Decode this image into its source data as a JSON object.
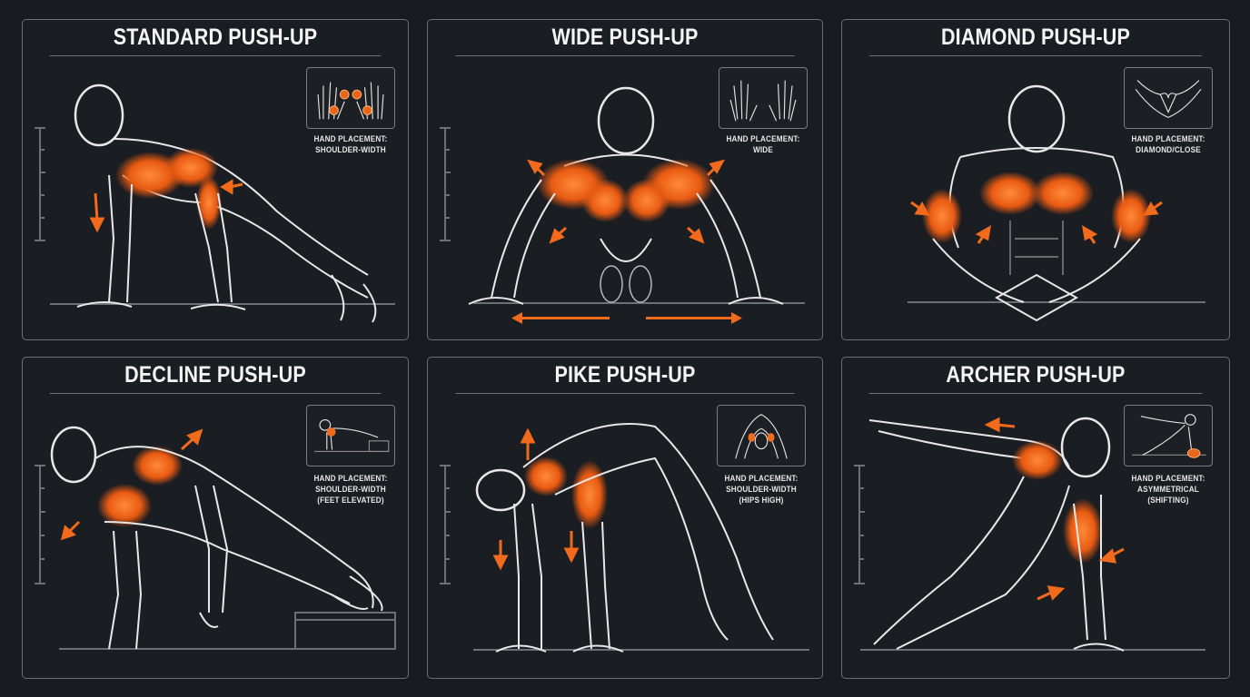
{
  "colors": {
    "background": "#181b20",
    "panel_border": "#6b6f76",
    "accent_orange": "#f26a1b",
    "line_white": "#e8e8e8"
  },
  "panels": [
    {
      "title": "STANDARD PUSH-UP",
      "inset_label_line1": "HAND PLACEMENT:",
      "inset_label_line2": "SHOULDER-WIDTH",
      "inset_label_line3": "",
      "inset_icon": "hands-shoulder-width-icon",
      "highlighted_muscles": [
        "chest",
        "front deltoids",
        "triceps"
      ]
    },
    {
      "title": "WIDE PUSH-UP",
      "inset_label_line1": "HAND PLACEMENT:",
      "inset_label_line2": "WIDE",
      "inset_label_line3": "",
      "inset_icon": "hands-wide-icon",
      "highlighted_muscles": [
        "chest",
        "shoulders"
      ]
    },
    {
      "title": "DIAMOND PUSH-UP",
      "inset_label_line1": "HAND PLACEMENT:",
      "inset_label_line2": "DIAMOND/CLOSE",
      "inset_label_line3": "",
      "inset_icon": "hands-diamond-icon",
      "highlighted_muscles": [
        "triceps",
        "inner chest"
      ]
    },
    {
      "title": "DECLINE PUSH-UP",
      "inset_label_line1": "HAND PLACEMENT:",
      "inset_label_line2": "SHOULDER-WIDTH",
      "inset_label_line3": "(FEET ELEVATED)",
      "inset_icon": "decline-pose-icon",
      "highlighted_muscles": [
        "upper chest",
        "front deltoids"
      ]
    },
    {
      "title": "PIKE PUSH-UP",
      "inset_label_line1": "HAND PLACEMENT:",
      "inset_label_line2": "SHOULDER-WIDTH",
      "inset_label_line3": "(HIPS HIGH)",
      "inset_icon": "pike-pose-icon",
      "highlighted_muscles": [
        "shoulders",
        "triceps"
      ]
    },
    {
      "title": "ARCHER PUSH-UP",
      "inset_label_line1": "HAND PLACEMENT:",
      "inset_label_line2": "ASYMMETRICAL",
      "inset_label_line3": "(SHIFTING)",
      "inset_icon": "archer-pose-icon",
      "highlighted_muscles": [
        "chest",
        "shoulder",
        "triceps (working side)"
      ]
    }
  ]
}
